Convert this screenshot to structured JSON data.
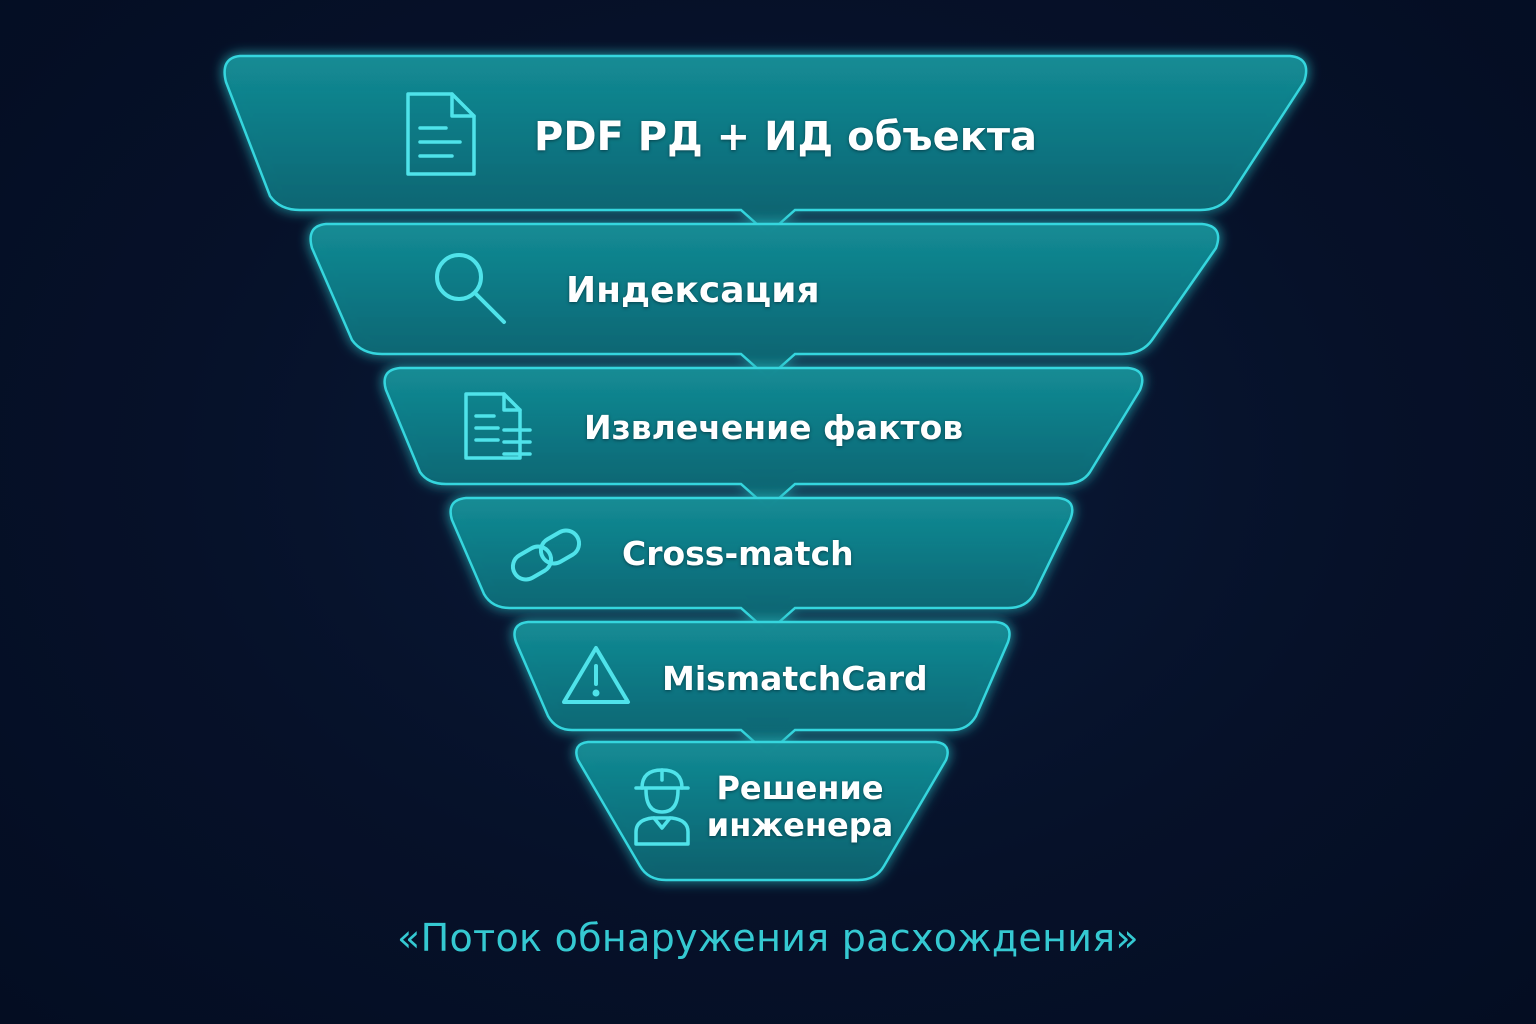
{
  "diagram": {
    "type": "funnel",
    "accent": "#2fd0d8",
    "fill": "#0e7c86",
    "stages": [
      {
        "label": "PDF РД + ИД объекта",
        "icon": "document-icon"
      },
      {
        "label": "Индексация",
        "icon": "search-icon"
      },
      {
        "label": "Извлечение фактов",
        "icon": "document-list-icon"
      },
      {
        "label": "Cross-match",
        "icon": "link-icon"
      },
      {
        "label": "MismatchCard",
        "icon": "warning-icon"
      },
      {
        "label": "Решение инженера",
        "lines": [
          "Решение",
          "инженера"
        ],
        "icon": "engineer-hardhat-icon"
      }
    ]
  },
  "caption": "«Поток обнаружения расхождения»"
}
